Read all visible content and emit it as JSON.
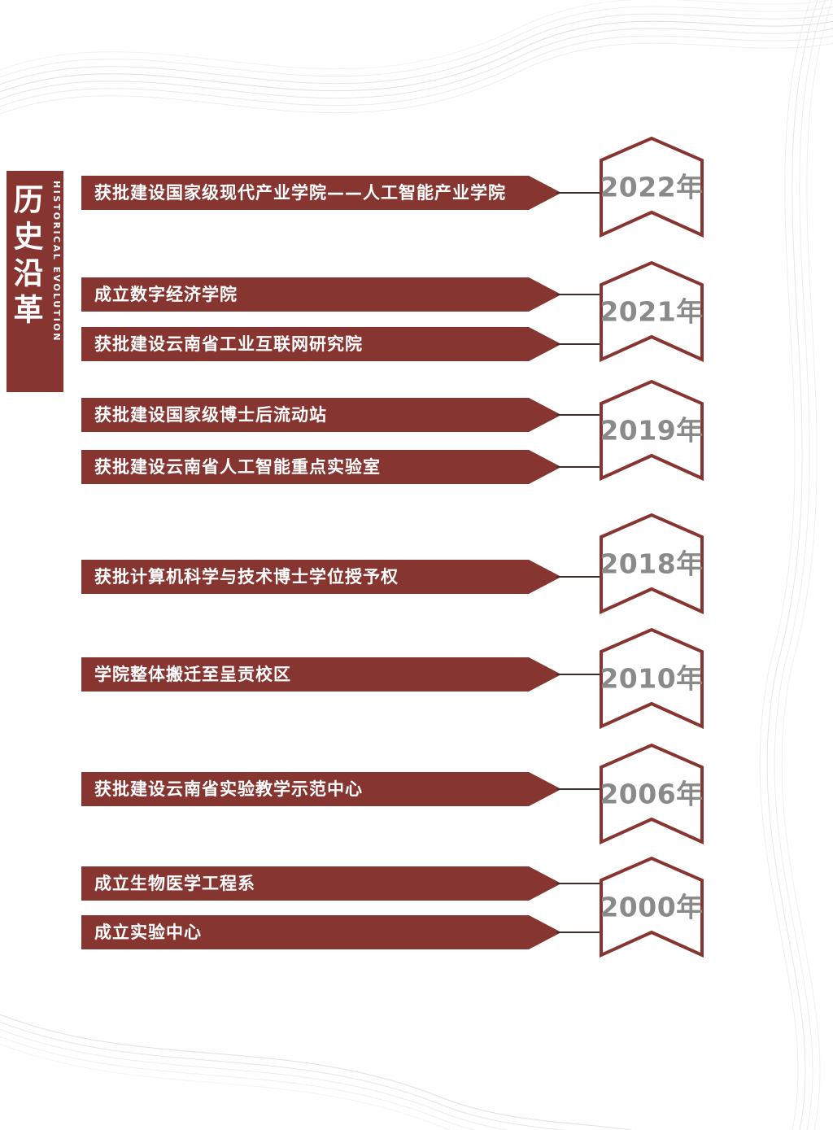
{
  "header": {
    "title_cn": "历史沿革",
    "title_en": "HISTORICAL EVOLUTION"
  },
  "colors": {
    "banner_maroon": "#873530",
    "year_text_gray": "#8a8a8a",
    "connector_line": "#3c2e2b",
    "decor_line": "#dcdcdc",
    "background": "#ffffff"
  },
  "timeline": [
    {
      "year": "2022年",
      "events": [
        "获批建设国家级现代产业学院——人工智能产业学院"
      ]
    },
    {
      "year": "2021年",
      "events": [
        "成立数字经济学院",
        "获批建设云南省工业互联网研究院"
      ]
    },
    {
      "year": "2019年",
      "events": [
        "获批建设国家级博士后流动站",
        "获批建设云南省人工智能重点实验室"
      ]
    },
    {
      "year": "2018年",
      "events": [
        "获批计算机科学与技术博士学位授予权"
      ]
    },
    {
      "year": "2010年",
      "events": [
        "学院整体搬迁至呈贡校区"
      ]
    },
    {
      "year": "2006年",
      "events": [
        "获批建设云南省实验教学示范中心"
      ]
    },
    {
      "year": "2000年",
      "events": [
        "成立生物医学工程系",
        "成立实验中心"
      ]
    }
  ]
}
